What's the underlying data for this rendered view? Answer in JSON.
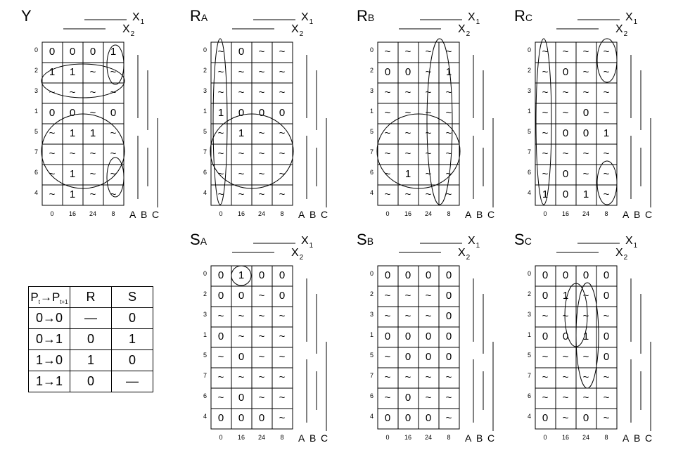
{
  "labels": {
    "x1": "X",
    "x1_sub": "1",
    "x2": "X",
    "x2_sub": "2",
    "a": "A",
    "b": "B",
    "c": "C"
  },
  "row_indices": [
    "0",
    "2",
    "3",
    "1",
    "5",
    "7",
    "6",
    "4"
  ],
  "col_indices": [
    "0",
    "16",
    "24",
    "8"
  ],
  "maps": [
    {
      "name": "Y",
      "sub": "",
      "cells": [
        [
          "0",
          "0",
          "0",
          "1"
        ],
        [
          "1",
          "1",
          "~",
          "~"
        ],
        [
          "~",
          "~",
          "~",
          "~"
        ],
        [
          "0",
          "0",
          "~",
          "0"
        ],
        [
          "~",
          "1",
          "1",
          "~"
        ],
        [
          "~",
          "~",
          "~",
          "~"
        ],
        [
          "~",
          "1",
          "~",
          "~"
        ],
        [
          "~",
          "1",
          "~",
          "~"
        ]
      ]
    },
    {
      "name": "R",
      "sub": "A",
      "cells": [
        [
          "~",
          "0",
          "~",
          "~"
        ],
        [
          "~",
          "~",
          "~",
          "~"
        ],
        [
          "~",
          "~",
          "~",
          "~"
        ],
        [
          "1",
          "0",
          "0",
          "0"
        ],
        [
          "~",
          "1",
          "~",
          "~"
        ],
        [
          "~",
          "~",
          "~",
          "~"
        ],
        [
          "~",
          "~",
          "~",
          "~"
        ],
        [
          "~",
          "~",
          "~",
          "~"
        ]
      ]
    },
    {
      "name": "R",
      "sub": "B",
      "cells": [
        [
          "~",
          "~",
          "~",
          "~"
        ],
        [
          "0",
          "0",
          "~",
          "1"
        ],
        [
          "~",
          "~",
          "~",
          "~"
        ],
        [
          "~",
          "~",
          "~",
          "~"
        ],
        [
          "~",
          "~",
          "~",
          "~"
        ],
        [
          "~",
          "~",
          "~",
          "~"
        ],
        [
          "~",
          "1",
          "~",
          "~"
        ],
        [
          "~",
          "~",
          "~",
          "~"
        ]
      ]
    },
    {
      "name": "R",
      "sub": "C",
      "cells": [
        [
          "~",
          "~",
          "~",
          "~"
        ],
        [
          "~",
          "0",
          "~",
          "~"
        ],
        [
          "~",
          "~",
          "~",
          "~"
        ],
        [
          "~",
          "~",
          "0",
          "~"
        ],
        [
          "~",
          "0",
          "0",
          "1"
        ],
        [
          "~",
          "~",
          "~",
          "~"
        ],
        [
          "~",
          "0",
          "~",
          "~"
        ],
        [
          "1",
          "0",
          "1",
          "~"
        ]
      ]
    },
    {
      "name": "S",
      "sub": "A",
      "cells": [
        [
          "0",
          "1",
          "0",
          "0"
        ],
        [
          "0",
          "0",
          "~",
          "0"
        ],
        [
          "~",
          "~",
          "~",
          "~"
        ],
        [
          "0",
          "~",
          "~",
          "~"
        ],
        [
          "~",
          "0",
          "~",
          "~"
        ],
        [
          "~",
          "~",
          "~",
          "~"
        ],
        [
          "~",
          "0",
          "~",
          "~"
        ],
        [
          "0",
          "0",
          "0",
          "~"
        ]
      ]
    },
    {
      "name": "S",
      "sub": "B",
      "cells": [
        [
          "0",
          "0",
          "0",
          "0"
        ],
        [
          "~",
          "~",
          "~",
          "0"
        ],
        [
          "~",
          "~",
          "~",
          "0"
        ],
        [
          "0",
          "0",
          "0",
          "0"
        ],
        [
          "~",
          "0",
          "0",
          "0"
        ],
        [
          "~",
          "~",
          "~",
          "~"
        ],
        [
          "~",
          "0",
          "~",
          "~"
        ],
        [
          "0",
          "0",
          "0",
          "~"
        ]
      ]
    },
    {
      "name": "S",
      "sub": "C",
      "cells": [
        [
          "0",
          "0",
          "0",
          "0"
        ],
        [
          "0",
          "1",
          "~",
          "0"
        ],
        [
          "~",
          "~",
          "~",
          "~"
        ],
        [
          "0",
          "0",
          "1",
          "0"
        ],
        [
          "~",
          "~",
          "~",
          "0"
        ],
        [
          "~",
          "~",
          "~",
          "~"
        ],
        [
          "~",
          "~",
          "~",
          "~"
        ],
        [
          "0",
          "~",
          "0",
          "~"
        ]
      ]
    }
  ],
  "transition_table": {
    "header": [
      "P",
      "t",
      "P",
      "t+1",
      "R",
      "S"
    ],
    "rows": [
      [
        "0",
        "0",
        "—",
        "0"
      ],
      [
        "0",
        "1",
        "0",
        "1"
      ],
      [
        "1",
        "0",
        "1",
        "0"
      ],
      [
        "1",
        "1",
        "0",
        "—"
      ]
    ]
  }
}
